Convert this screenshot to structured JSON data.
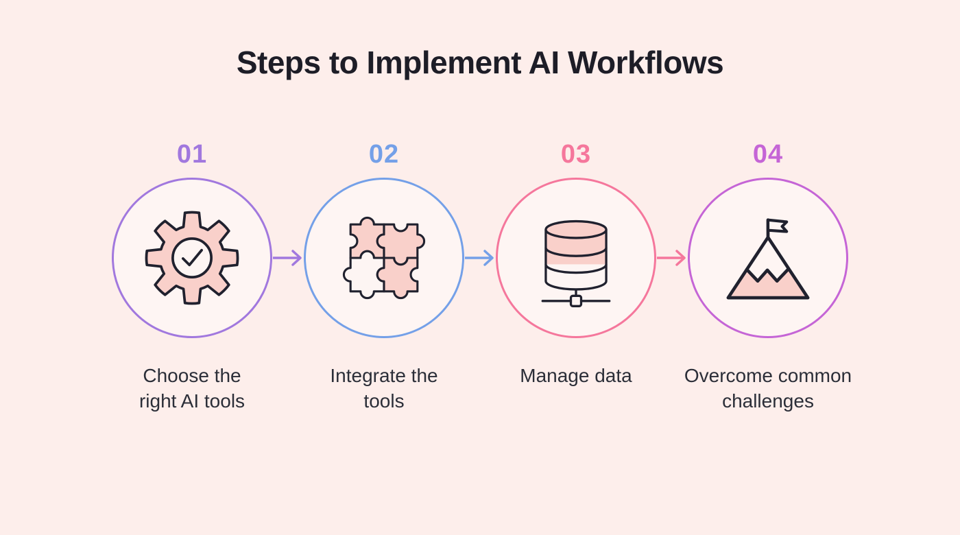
{
  "title": "Steps to Implement AI Workflows",
  "colors": {
    "background": "#fdeeeb",
    "circle_inner_fill": "#fef5f3",
    "title_text": "#1d1d27",
    "caption_text": "#2b2e38",
    "icon_stroke": "#20212e",
    "icon_fill_pink": "#f9d0ca",
    "icon_fill_light": "#fdf5f3"
  },
  "steps": [
    {
      "number": "01",
      "accent": "#a178de",
      "icon": "gear-check-icon",
      "caption_lines": [
        "Choose the",
        "right AI tools"
      ]
    },
    {
      "number": "02",
      "accent": "#74a0e8",
      "icon": "puzzle-icon",
      "caption_lines": [
        "Integrate the",
        "tools"
      ]
    },
    {
      "number": "03",
      "accent": "#f5779c",
      "icon": "database-icon",
      "caption_lines": [
        "Manage data"
      ]
    },
    {
      "number": "04",
      "accent": "#c565d6",
      "icon": "mountain-flag-icon",
      "caption_lines": [
        "Overcome common",
        "challenges"
      ]
    }
  ],
  "connectors": [
    {
      "color": "#a178de"
    },
    {
      "color": "#74a0e8"
    },
    {
      "color": "#f5779c"
    }
  ]
}
